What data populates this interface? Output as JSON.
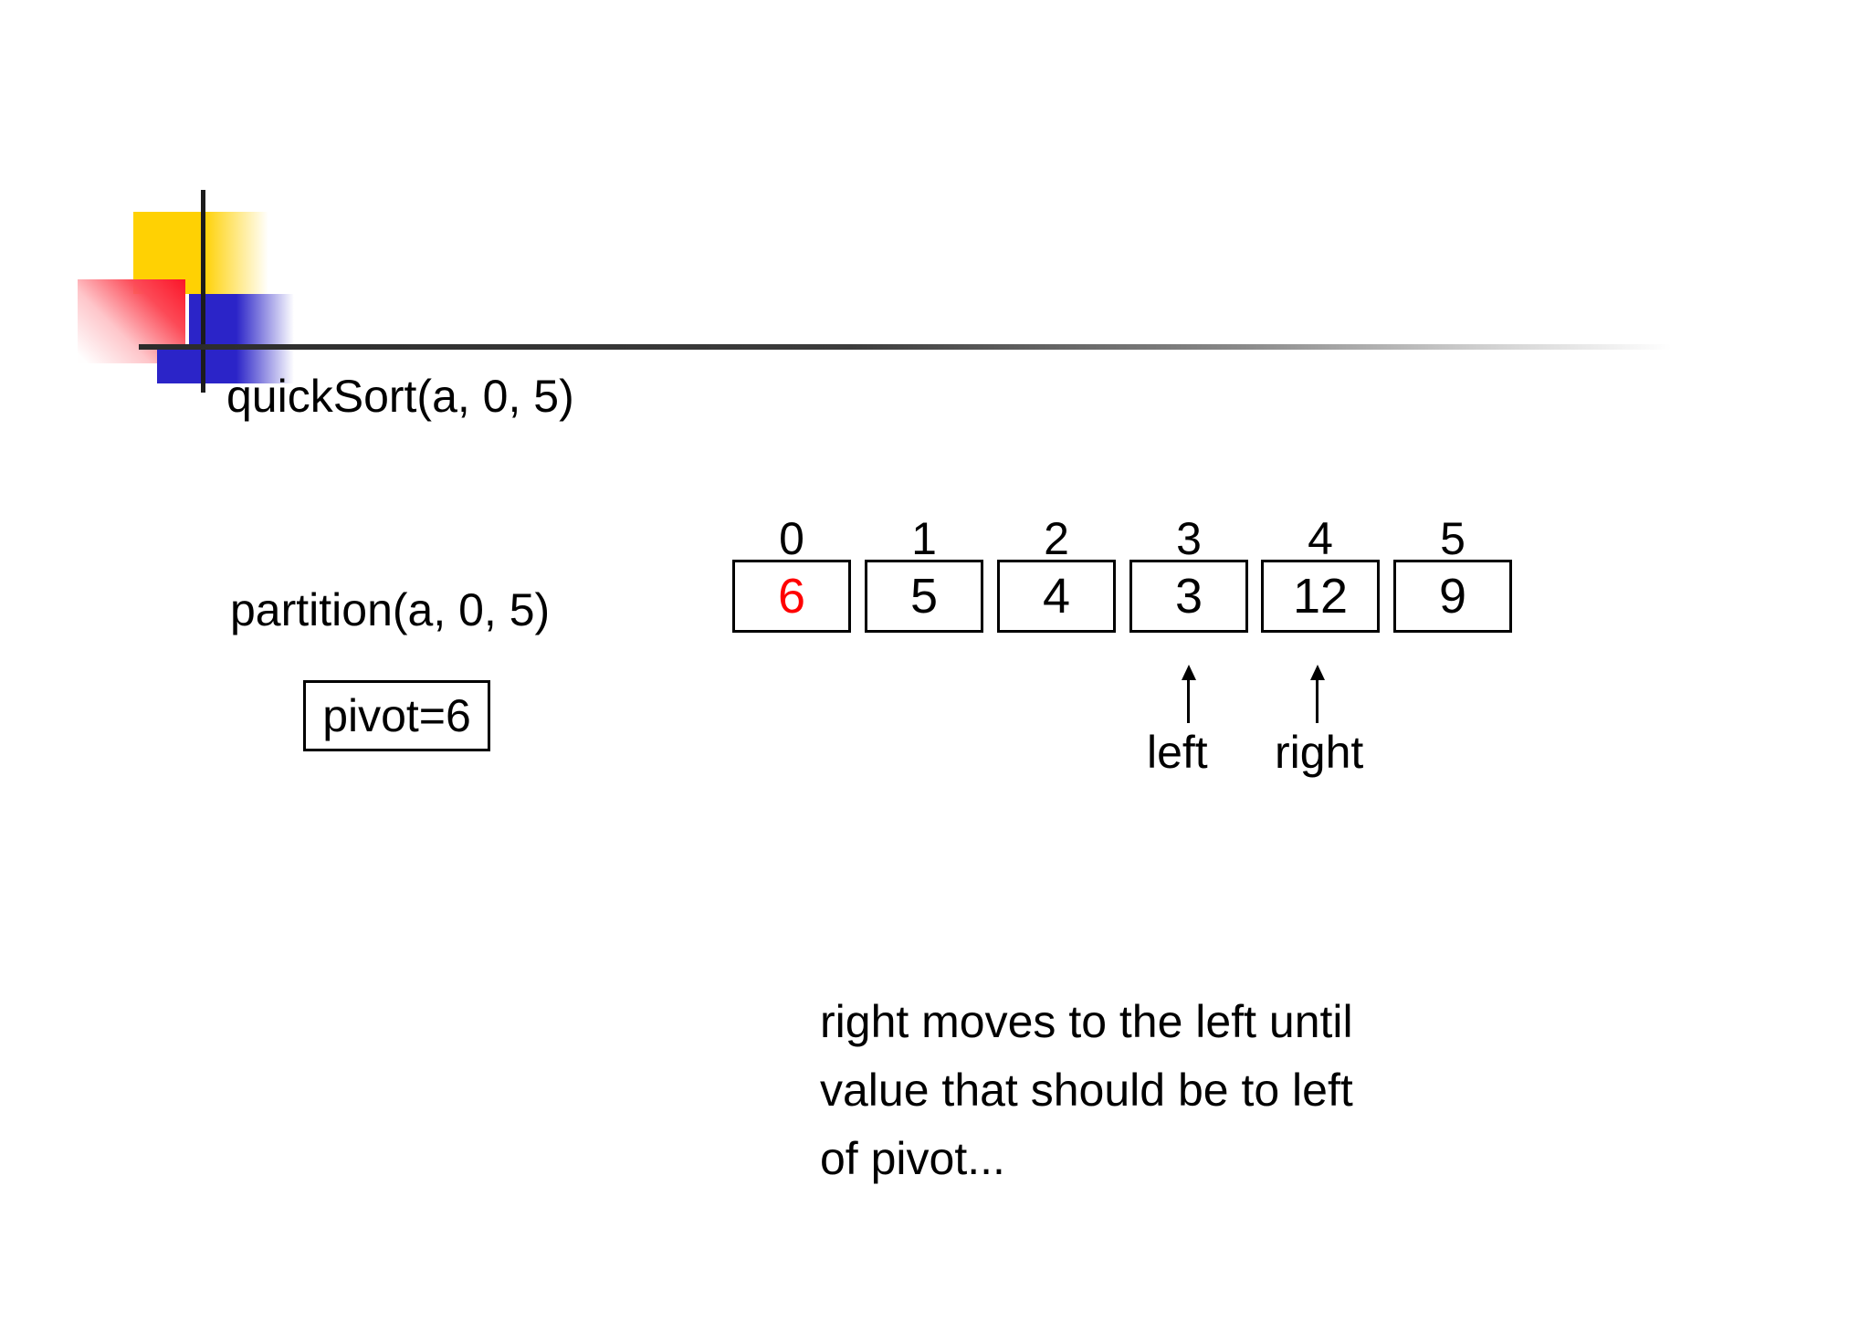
{
  "slide": {
    "quicksort_call": "quickSort(a, 0, 5)",
    "partition_call": "partition(a, 0, 5)",
    "pivot_label": "pivot=6",
    "caption": "right moves to the left until\nvalue that should be to left\nof pivot..."
  },
  "array": {
    "cells": [
      {
        "index": "0",
        "value": "6",
        "is_pivot": true
      },
      {
        "index": "1",
        "value": "5",
        "is_pivot": false
      },
      {
        "index": "2",
        "value": "4",
        "is_pivot": false
      },
      {
        "index": "3",
        "value": "3",
        "is_pivot": false
      },
      {
        "index": "4",
        "value": "12",
        "is_pivot": false
      },
      {
        "index": "5",
        "value": "9",
        "is_pivot": false
      }
    ],
    "pointers": {
      "left_label": "left",
      "right_label": "right"
    }
  },
  "colors": {
    "pivot_value": "#ff0000",
    "logo_yellow": "#ffd103",
    "logo_red": "#fb1528",
    "logo_blue": "#2b24c8",
    "rule_dark": "#2b2b2b"
  }
}
